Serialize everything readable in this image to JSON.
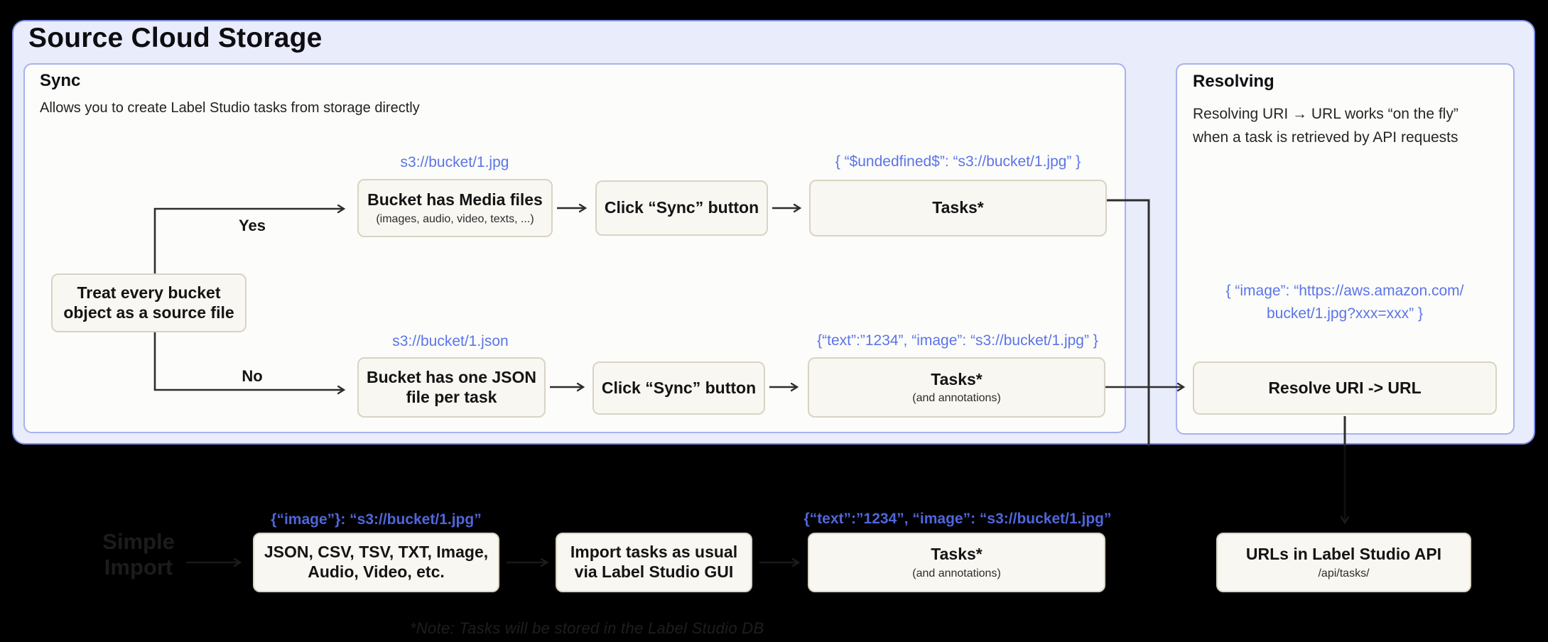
{
  "title": "Source Cloud Storage",
  "colors": {
    "background": "#000000",
    "outer_fill": "#e9ecfa",
    "outer_border": "#7c8ce4",
    "panel_fill": "#fcfcfa",
    "panel_border": "#a7b2ee",
    "node_fill": "#f8f7f2",
    "node_border": "#d9d3c3",
    "blue_text": "#5b74e8",
    "wire": "#2e2e2e"
  },
  "sync": {
    "title": "Sync",
    "subtitle": "Allows you to create Label Studio tasks from storage directly",
    "decision": "Treat every bucket\nobject as a source file",
    "yes_label": "Yes",
    "no_label": "No",
    "yes_branch": {
      "uri": "s3://bucket/1.jpg",
      "node_media_title": "Bucket has Media files",
      "node_media_sub": "(images, audio, video, texts, ...)",
      "node_click": "Click “Sync” button",
      "json": "{ “$undedfined$”: “s3://bucket/1.jpg” }",
      "node_tasks": "Tasks*"
    },
    "no_branch": {
      "uri": "s3://bucket/1.json",
      "node_json_file": "Bucket has one JSON\nfile per task",
      "node_click": "Click “Sync” button",
      "json": "{“text”:”1234”, “image”: “s3://bucket/1.jpg” }",
      "node_tasks": "Tasks*",
      "node_tasks_sub": "(and annotations)"
    }
  },
  "resolving": {
    "title": "Resolving",
    "subtitle": "Resolving URI → URL works “on the fly”\nwhen a task is retrieved by API requests",
    "json": "{ “image”: “https://aws.amazon.com/\nbucket/1.jpg?xxx=xxx” }",
    "node_resolve": "Resolve URI -> URL"
  },
  "simple_import": {
    "title": "Simple\nImport",
    "json_files": "{“image”}: “s3://bucket/1.jpg”",
    "node_files": "JSON, CSV, TSV, TXT, Image,\nAudio, Video, etc.",
    "node_import": "Import tasks as usual\nvia Label Studio GUI",
    "json_tasks": "{“text”:”1234”, “image”: “s3://bucket/1.jpg” }",
    "node_tasks": "Tasks*",
    "node_tasks_sub": "(and annotations)",
    "node_urls": "URLs in Label Studio API",
    "node_urls_sub": "/api/tasks/"
  },
  "note": "*Note: Tasks will be stored in the Label Studio DB"
}
